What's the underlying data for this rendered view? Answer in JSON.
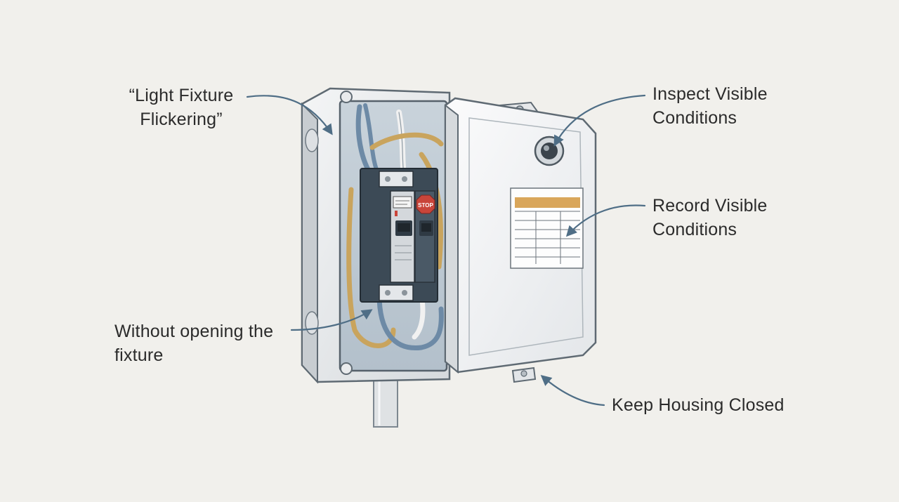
{
  "labels": {
    "flicker": {
      "line1": "“Light Fixture",
      "line2": "Flickering”"
    },
    "inspect": {
      "line1": "Inspect Visible",
      "line2": "Conditions"
    },
    "record": {
      "line1": "Record Visible",
      "line2": "Conditions"
    },
    "without": {
      "line1": "Without opening the",
      "line2": "fixture"
    },
    "keep": {
      "line1": "Keep Housing Closed"
    }
  },
  "breaker": {
    "stop_text": "STOP"
  },
  "colors": {
    "background": "#f1f0ec",
    "callout": "#4f6e86",
    "label_band": "#d9a65a",
    "stop_red": "#c9453a",
    "wire_tan": "#c9a45d",
    "wire_blue": "#6d8aa6"
  }
}
